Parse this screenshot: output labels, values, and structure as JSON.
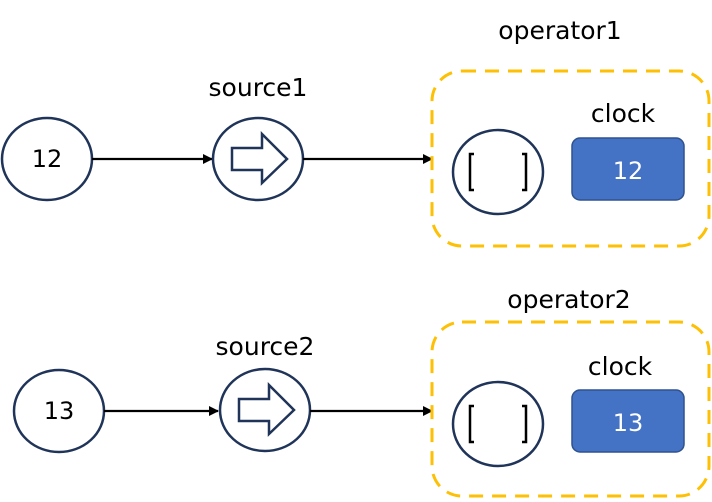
{
  "rows": [
    {
      "input_value": "12",
      "source_label": "source1",
      "operator_label": "operator1",
      "clock_label": "clock",
      "clock_value": "12"
    },
    {
      "input_value": "13",
      "source_label": "source2",
      "operator_label": "operator2",
      "clock_label": "clock",
      "clock_value": "13"
    }
  ],
  "colors": {
    "node_stroke": "#1f3458",
    "operator_border": "#fdc004",
    "clock_fill": "#4472c4"
  }
}
